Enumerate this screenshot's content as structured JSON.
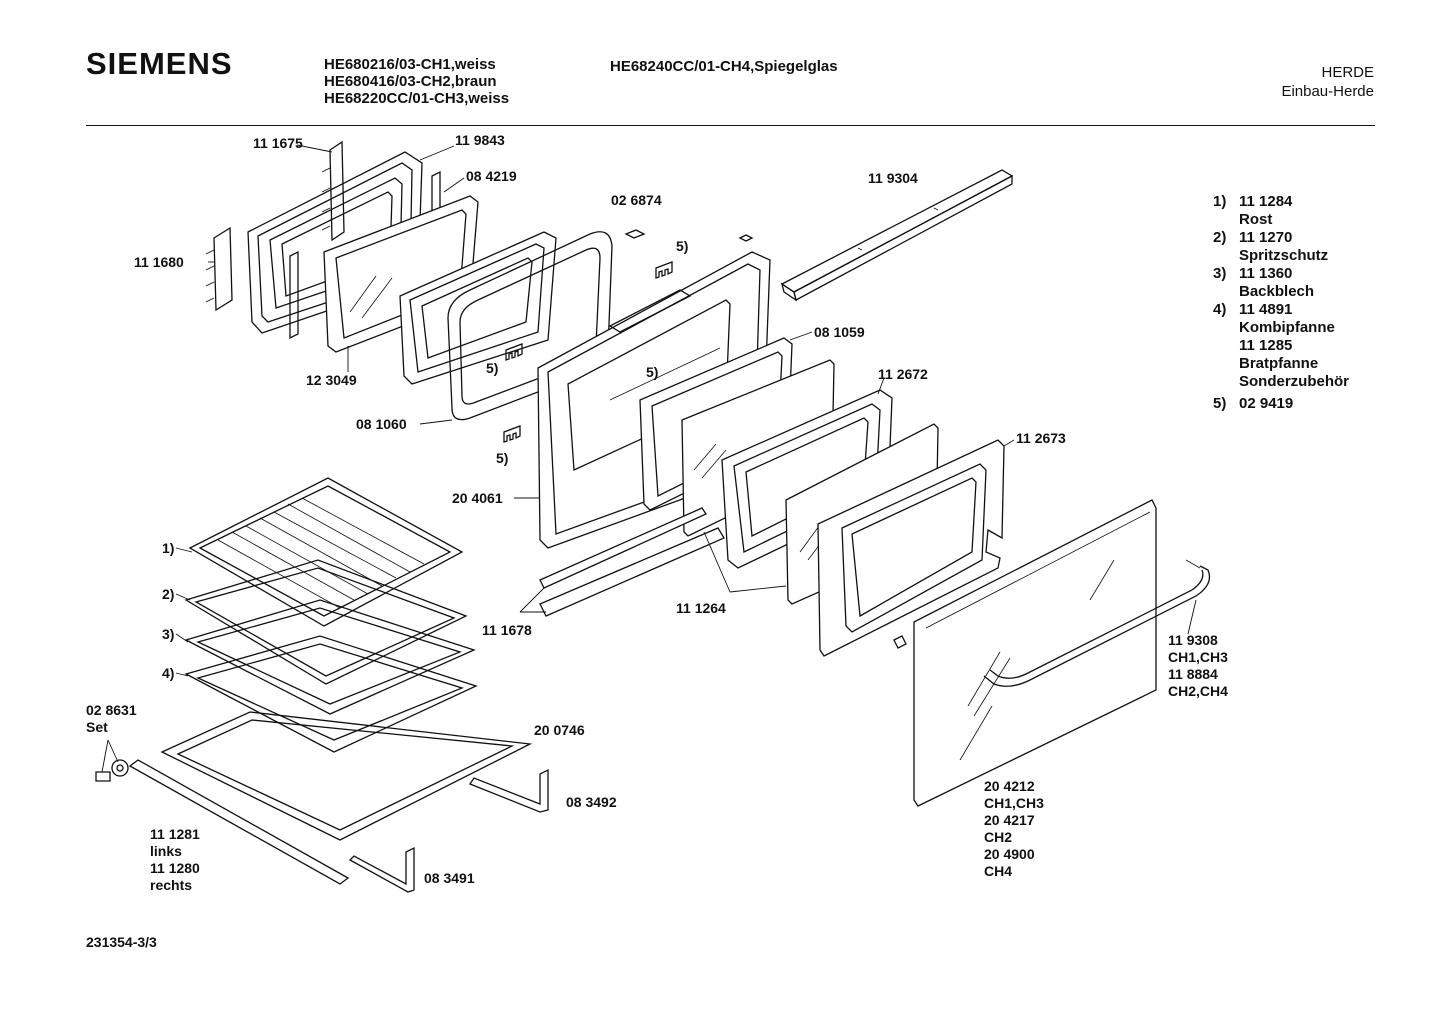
{
  "header": {
    "brand": "SIEMENS",
    "models_left": [
      "HE680216/03-CH1,weiss",
      "HE680416/03-CH2,braun",
      "HE68220CC/01-CH3,weiss"
    ],
    "model_mid": "HE68240CC/01-CH4,Spiegelglas",
    "category": [
      "HERDE",
      "Einbau-Herde"
    ]
  },
  "part_labels": {
    "p111675": "11 1675",
    "p119843": "11 9843",
    "p084219": "08 4219",
    "p111680": "11 1680",
    "p026874": "02 6874",
    "p119304": "11 9304",
    "p5a": "5)",
    "p5b": "5)",
    "p5c": "5)",
    "p5d": "5)",
    "p123049": "12 3049",
    "p081060": "08 1060",
    "p081059": "08 1059",
    "p112672": "11 2672",
    "p112673": "11 2673",
    "p204061": "20 4061",
    "p1": "1)",
    "p2": "2)",
    "p3": "3)",
    "p4": "4)",
    "p111678": "11 1678",
    "p111264": "11 1264",
    "p028631": [
      "02 8631",
      "Set"
    ],
    "p200746": "20 0746",
    "p083492": "08 3492",
    "p083491": "08 3491",
    "p111281": [
      "11 1281",
      "links",
      "11 1280",
      "rechts"
    ],
    "p119308": [
      "11 9308",
      "CH1,CH3",
      "11 8884",
      "CH2,CH4"
    ],
    "p204212": [
      "20 4212",
      "CH1,CH3",
      "20 4217",
      "CH2",
      "20 4900",
      "CH4"
    ]
  },
  "legend": [
    {
      "num": "1)",
      "lines": [
        "11 1284",
        "Rost"
      ]
    },
    {
      "num": "2)",
      "lines": [
        "11 1270",
        "Spritzschutz"
      ]
    },
    {
      "num": "3)",
      "lines": [
        "11 1360",
        "Backblech"
      ]
    },
    {
      "num": "4)",
      "lines": [
        "11 4891",
        "Kombipfanne",
        "11 1285",
        "Bratpfanne",
        "Sonderzubehör"
      ]
    },
    {
      "num": "5)",
      "lines": [
        "02 9419"
      ]
    }
  ],
  "footer": {
    "doc_number": "231354-3/3"
  }
}
